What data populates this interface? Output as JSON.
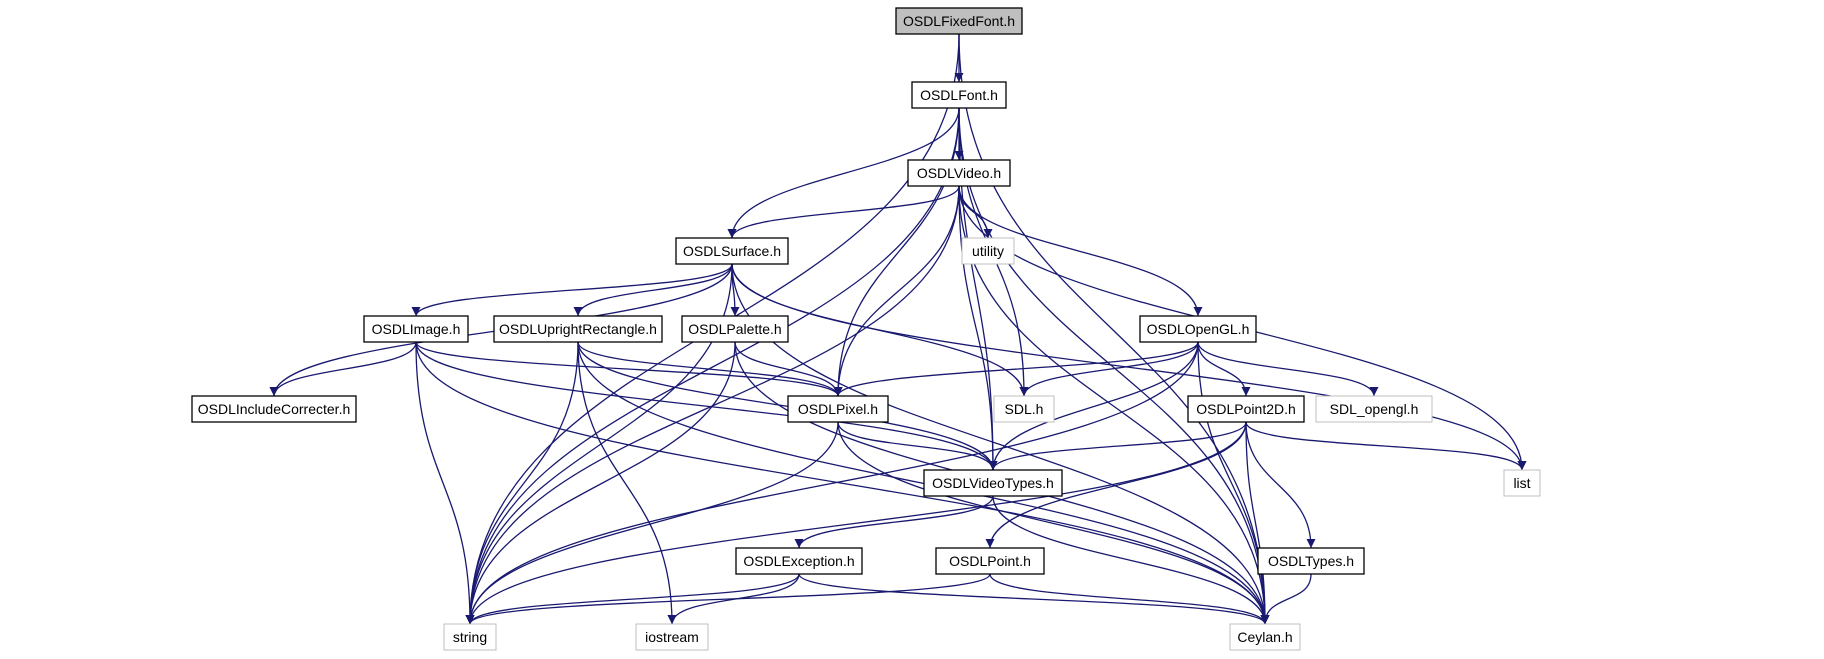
{
  "diagram": {
    "colors": {
      "edge": "#191970",
      "node_border": "#000000",
      "system_node_border": "#bfbfbf",
      "root_fill": "#bfbfbf",
      "node_fill": "#ffffff"
    },
    "nodes": [
      {
        "id": "fixedfont",
        "label": "OSDLFixedFont.h",
        "kind": "root"
      },
      {
        "id": "font",
        "label": "OSDLFont.h",
        "kind": "header"
      },
      {
        "id": "video",
        "label": "OSDLVideo.h",
        "kind": "header"
      },
      {
        "id": "utility",
        "label": "utility",
        "kind": "system"
      },
      {
        "id": "surface",
        "label": "OSDLSurface.h",
        "kind": "header"
      },
      {
        "id": "image",
        "label": "OSDLImage.h",
        "kind": "header"
      },
      {
        "id": "uprect",
        "label": "OSDLUprightRectangle.h",
        "kind": "header"
      },
      {
        "id": "palette",
        "label": "OSDLPalette.h",
        "kind": "header"
      },
      {
        "id": "opengl",
        "label": "OSDLOpenGL.h",
        "kind": "header"
      },
      {
        "id": "inclcorr",
        "label": "OSDLIncludeCorrecter.h",
        "kind": "header"
      },
      {
        "id": "pixel",
        "label": "OSDLPixel.h",
        "kind": "header"
      },
      {
        "id": "sdl",
        "label": "SDL.h",
        "kind": "system"
      },
      {
        "id": "point2d",
        "label": "OSDLPoint2D.h",
        "kind": "header"
      },
      {
        "id": "sdlgl",
        "label": "SDL_opengl.h",
        "kind": "system"
      },
      {
        "id": "videotypes",
        "label": "OSDLVideoTypes.h",
        "kind": "header"
      },
      {
        "id": "list",
        "label": "list",
        "kind": "system"
      },
      {
        "id": "exception",
        "label": "OSDLException.h",
        "kind": "header"
      },
      {
        "id": "point",
        "label": "OSDLPoint.h",
        "kind": "header"
      },
      {
        "id": "types",
        "label": "OSDLTypes.h",
        "kind": "header"
      },
      {
        "id": "string",
        "label": "string",
        "kind": "system"
      },
      {
        "id": "iostream",
        "label": "iostream",
        "kind": "system"
      },
      {
        "id": "ceylan",
        "label": "Ceylan.h",
        "kind": "system"
      }
    ],
    "edges": [
      [
        "fixedfont",
        "font"
      ],
      [
        "fixedfont",
        "string"
      ],
      [
        "fixedfont",
        "ceylan"
      ],
      [
        "font",
        "video"
      ],
      [
        "font",
        "surface"
      ],
      [
        "font",
        "pixel"
      ],
      [
        "font",
        "sdl"
      ],
      [
        "font",
        "videotypes"
      ],
      [
        "font",
        "string"
      ],
      [
        "font",
        "ceylan"
      ],
      [
        "video",
        "surface"
      ],
      [
        "video",
        "utility"
      ],
      [
        "video",
        "opengl"
      ],
      [
        "video",
        "pixel"
      ],
      [
        "video",
        "videotypes"
      ],
      [
        "video",
        "list"
      ],
      [
        "video",
        "string"
      ],
      [
        "video",
        "ceylan"
      ],
      [
        "surface",
        "image"
      ],
      [
        "surface",
        "uprect"
      ],
      [
        "surface",
        "palette"
      ],
      [
        "surface",
        "inclcorr"
      ],
      [
        "surface",
        "sdl"
      ],
      [
        "surface",
        "list"
      ],
      [
        "surface",
        "string"
      ],
      [
        "surface",
        "ceylan"
      ],
      [
        "image",
        "inclcorr"
      ],
      [
        "image",
        "pixel"
      ],
      [
        "image",
        "videotypes"
      ],
      [
        "image",
        "string"
      ],
      [
        "image",
        "ceylan"
      ],
      [
        "uprect",
        "pixel"
      ],
      [
        "uprect",
        "videotypes"
      ],
      [
        "uprect",
        "string"
      ],
      [
        "uprect",
        "iostream"
      ],
      [
        "uprect",
        "ceylan"
      ],
      [
        "palette",
        "pixel"
      ],
      [
        "palette",
        "string"
      ],
      [
        "palette",
        "ceylan"
      ],
      [
        "opengl",
        "pixel"
      ],
      [
        "opengl",
        "sdl"
      ],
      [
        "opengl",
        "sdlgl"
      ],
      [
        "opengl",
        "point2d"
      ],
      [
        "opengl",
        "videotypes"
      ],
      [
        "opengl",
        "string"
      ],
      [
        "opengl",
        "ceylan"
      ],
      [
        "pixel",
        "videotypes"
      ],
      [
        "pixel",
        "string"
      ],
      [
        "pixel",
        "ceylan"
      ],
      [
        "point2d",
        "videotypes"
      ],
      [
        "point2d",
        "point"
      ],
      [
        "point2d",
        "types"
      ],
      [
        "point2d",
        "list"
      ],
      [
        "point2d",
        "string"
      ],
      [
        "point2d",
        "ceylan"
      ],
      [
        "videotypes",
        "exception"
      ],
      [
        "videotypes",
        "ceylan"
      ],
      [
        "exception",
        "string"
      ],
      [
        "exception",
        "iostream"
      ],
      [
        "exception",
        "ceylan"
      ],
      [
        "point",
        "string"
      ],
      [
        "point",
        "ceylan"
      ],
      [
        "types",
        "ceylan"
      ]
    ]
  }
}
